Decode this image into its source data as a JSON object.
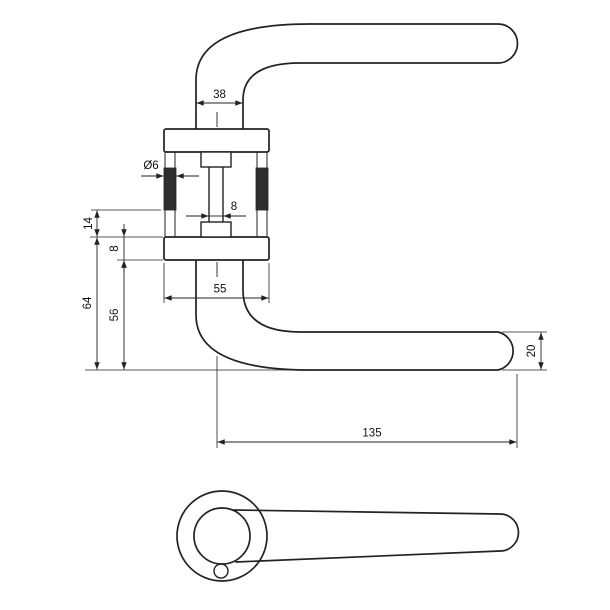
{
  "drawing": {
    "type": "technical-drawing",
    "subject": "door-lever-handle-on-rose",
    "line_color": "#222222",
    "background_color": "#ffffff",
    "dims": {
      "neck_width": "38",
      "screw_diameter": "Ø6",
      "spindle_square": "8",
      "mech_height": "14",
      "rose_thickness": "8",
      "rose_diameter": "55",
      "grip_drop": "56",
      "total_drop": "64",
      "grip_thickness": "20",
      "lever_length": "135"
    }
  }
}
